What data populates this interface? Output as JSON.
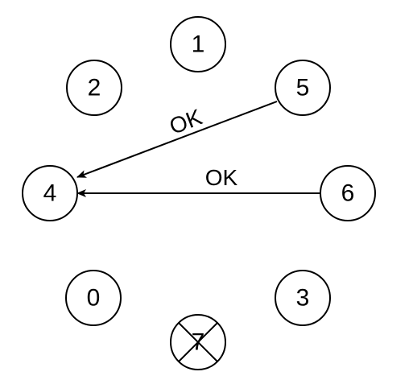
{
  "diagram": {
    "nodes": [
      {
        "id": "1",
        "label": "1",
        "failed": false
      },
      {
        "id": "2",
        "label": "2",
        "failed": false
      },
      {
        "id": "5",
        "label": "5",
        "failed": false
      },
      {
        "id": "4",
        "label": "4",
        "failed": false
      },
      {
        "id": "6",
        "label": "6",
        "failed": false
      },
      {
        "id": "0",
        "label": "0",
        "failed": false
      },
      {
        "id": "3",
        "label": "3",
        "failed": false
      },
      {
        "id": "7",
        "label": "7",
        "failed": true
      }
    ],
    "edges": [
      {
        "from": "5",
        "to": "4",
        "label": "OK"
      },
      {
        "from": "6",
        "to": "4",
        "label": "OK"
      }
    ]
  }
}
